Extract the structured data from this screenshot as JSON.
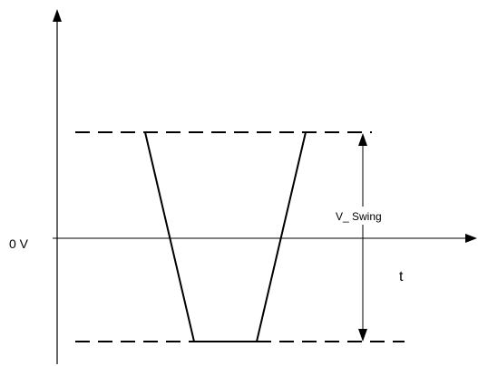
{
  "labels": {
    "zero_volt": "0 V",
    "swing": "V_ Swing",
    "time": "t"
  },
  "colors": {
    "line": "#000000",
    "background": "#ffffff"
  }
}
